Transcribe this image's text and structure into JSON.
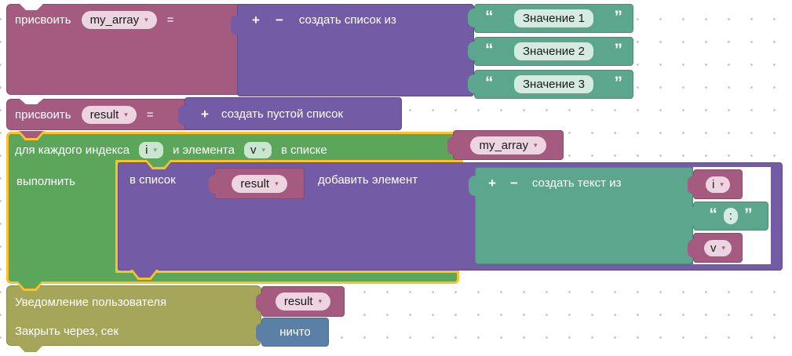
{
  "ui": {
    "dropdown_arrow": "▾"
  },
  "colors": {
    "variables_block": "#a55b80",
    "lists_block": "#745ba6",
    "loops_block": "#5ba65b",
    "text_block": "#5ba68d",
    "notification_block": "#a6a65b",
    "null_block": "#5b80a6",
    "selection_highlight": "#fcc12c"
  },
  "blocks": {
    "assign_my_array": {
      "keyword": "присвоить",
      "variable": "my_array",
      "equals": "="
    },
    "create_list": {
      "add": "+",
      "remove": "−",
      "label": "создать список из"
    },
    "list_items": [
      {
        "open": "“",
        "value": "Значение 1",
        "close": "”"
      },
      {
        "open": "“",
        "value": "Значение 2",
        "close": "”"
      },
      {
        "open": "“",
        "value": "Значение 3",
        "close": "”"
      }
    ],
    "assign_result": {
      "keyword": "присвоить",
      "variable": "result",
      "equals": "="
    },
    "create_empty_list": {
      "add": "+",
      "label": "создать пустой список"
    },
    "foreach": {
      "label_index": "для каждого индекса",
      "index_var": "i",
      "label_element": "и элемента",
      "element_var": "v",
      "label_in_list": "в списке",
      "list_var": "my_array",
      "label_do": "выполнить"
    },
    "append_to_list": {
      "label_to_list": "в список",
      "variable": "result",
      "label_add": "добавить элемент"
    },
    "create_text": {
      "add": "+",
      "remove": "−",
      "label": "создать текст из",
      "arg_index": "i",
      "separator": {
        "open": "“",
        "value": ":",
        "close": "”"
      },
      "arg_element": "v"
    },
    "notification": {
      "label_message": "Уведомление пользователя",
      "variable": "result",
      "label_close": "Закрыть через, сек",
      "close_value": "ничто"
    }
  }
}
